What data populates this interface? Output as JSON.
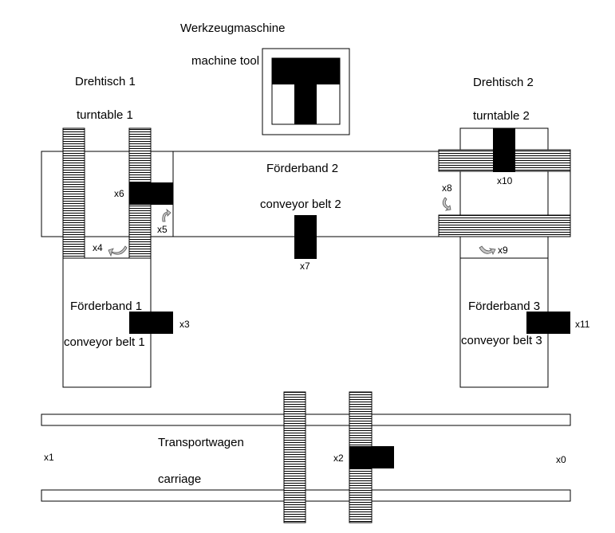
{
  "labels": {
    "machine_tool_de": "Werkzeugmaschine",
    "machine_tool_en": "machine tool",
    "turntable1_de": "Drehtisch 1",
    "turntable1_en": "turntable 1",
    "turntable2_de": "Drehtisch 2",
    "turntable2_en": "turntable 2",
    "conveyor2_de": "Förderband 2",
    "conveyor2_en": "conveyor belt 2",
    "conveyor1_de": "Förderband 1",
    "conveyor1_en": "conveyor belt 1",
    "conveyor3_de": "Förderband 3",
    "conveyor3_en": "conveyor belt 3",
    "carriage_de": "Transportwagen",
    "carriage_en": "carriage"
  },
  "sensors": {
    "x0": "x0",
    "x1": "x1",
    "x2": "x2",
    "x3": "x3",
    "x4": "x4",
    "x5": "x5",
    "x6": "x6",
    "x7": "x7",
    "x8": "x8",
    "x9": "x9",
    "x10": "x10",
    "x11": "x11"
  },
  "colors": {
    "ink": "#000000",
    "arrow_fill": "#c8c8c8",
    "background": "#ffffff"
  }
}
